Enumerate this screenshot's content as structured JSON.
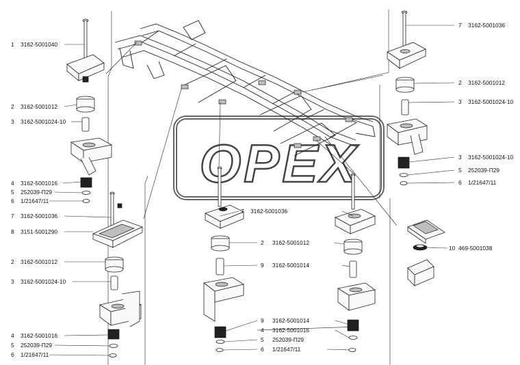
{
  "watermark": "OPEX",
  "callouts": [
    {
      "num": "1",
      "code": "3162-5001040"
    },
    {
      "num": "2",
      "code": "3162-5001012"
    },
    {
      "num": "3",
      "code": "3162-5001024-10"
    },
    {
      "num": "4",
      "code": "3162-5001016"
    },
    {
      "num": "5",
      "code": "252039-П29"
    },
    {
      "num": "6",
      "code": "1/21647/11"
    },
    {
      "num": "7",
      "code": "3162-5001036"
    },
    {
      "num": "8",
      "code": "3151-5001290"
    },
    {
      "num": "2",
      "code": "3162-5001012"
    },
    {
      "num": "3",
      "code": "3162-5001024-10"
    },
    {
      "num": "4",
      "code": "3162-5001016"
    },
    {
      "num": "5",
      "code": "252039-П29"
    },
    {
      "num": "6",
      "code": "1/21647/11"
    },
    {
      "num": "7",
      "code": "3162-5001036"
    },
    {
      "num": "2",
      "code": "3162-5001012"
    },
    {
      "num": "3",
      "code": "3162-5001024-10"
    },
    {
      "num": "9",
      "code": "3162-5001014"
    },
    {
      "num": "4",
      "code": "3162-5001016"
    },
    {
      "num": "5",
      "code": "252039-П29"
    },
    {
      "num": "6",
      "code": "1/21647/11"
    },
    {
      "num": "7",
      "code": "3162-5001036"
    },
    {
      "num": "2",
      "code": "3162-5001012"
    },
    {
      "num": "3",
      "code": "3162-5001024-10"
    },
    {
      "num": "9",
      "code": "3162-5001014"
    },
    {
      "num": "5",
      "code": "252039-П29"
    },
    {
      "num": "6",
      "code": "1/21647/11"
    },
    {
      "num": "10",
      "code": "469-5001038"
    }
  ]
}
